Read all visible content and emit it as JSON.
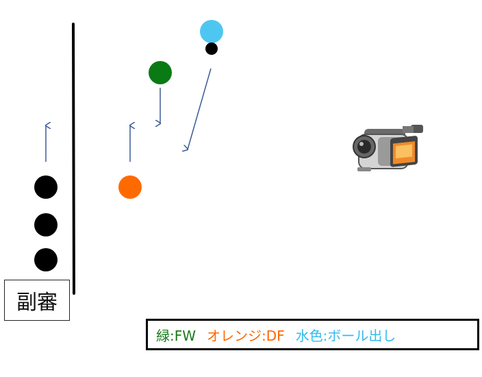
{
  "referee_label": "副審",
  "legend": {
    "green": {
      "text": "緑:FW",
      "color": "#1a7a1a"
    },
    "orange": {
      "text": "オレンジ:DF",
      "color": "#ff6600"
    },
    "lightblue": {
      "text": "水色:ボール出し",
      "color": "#33bbee"
    }
  },
  "colors": {
    "green": "#0a7a14",
    "orange": "#ff6a00",
    "lightblue": "#4dc7f2",
    "ball": "#000000",
    "arrow": "#3a5a96",
    "line": "#000000"
  },
  "icons": {
    "camera": "video-camera-icon"
  }
}
